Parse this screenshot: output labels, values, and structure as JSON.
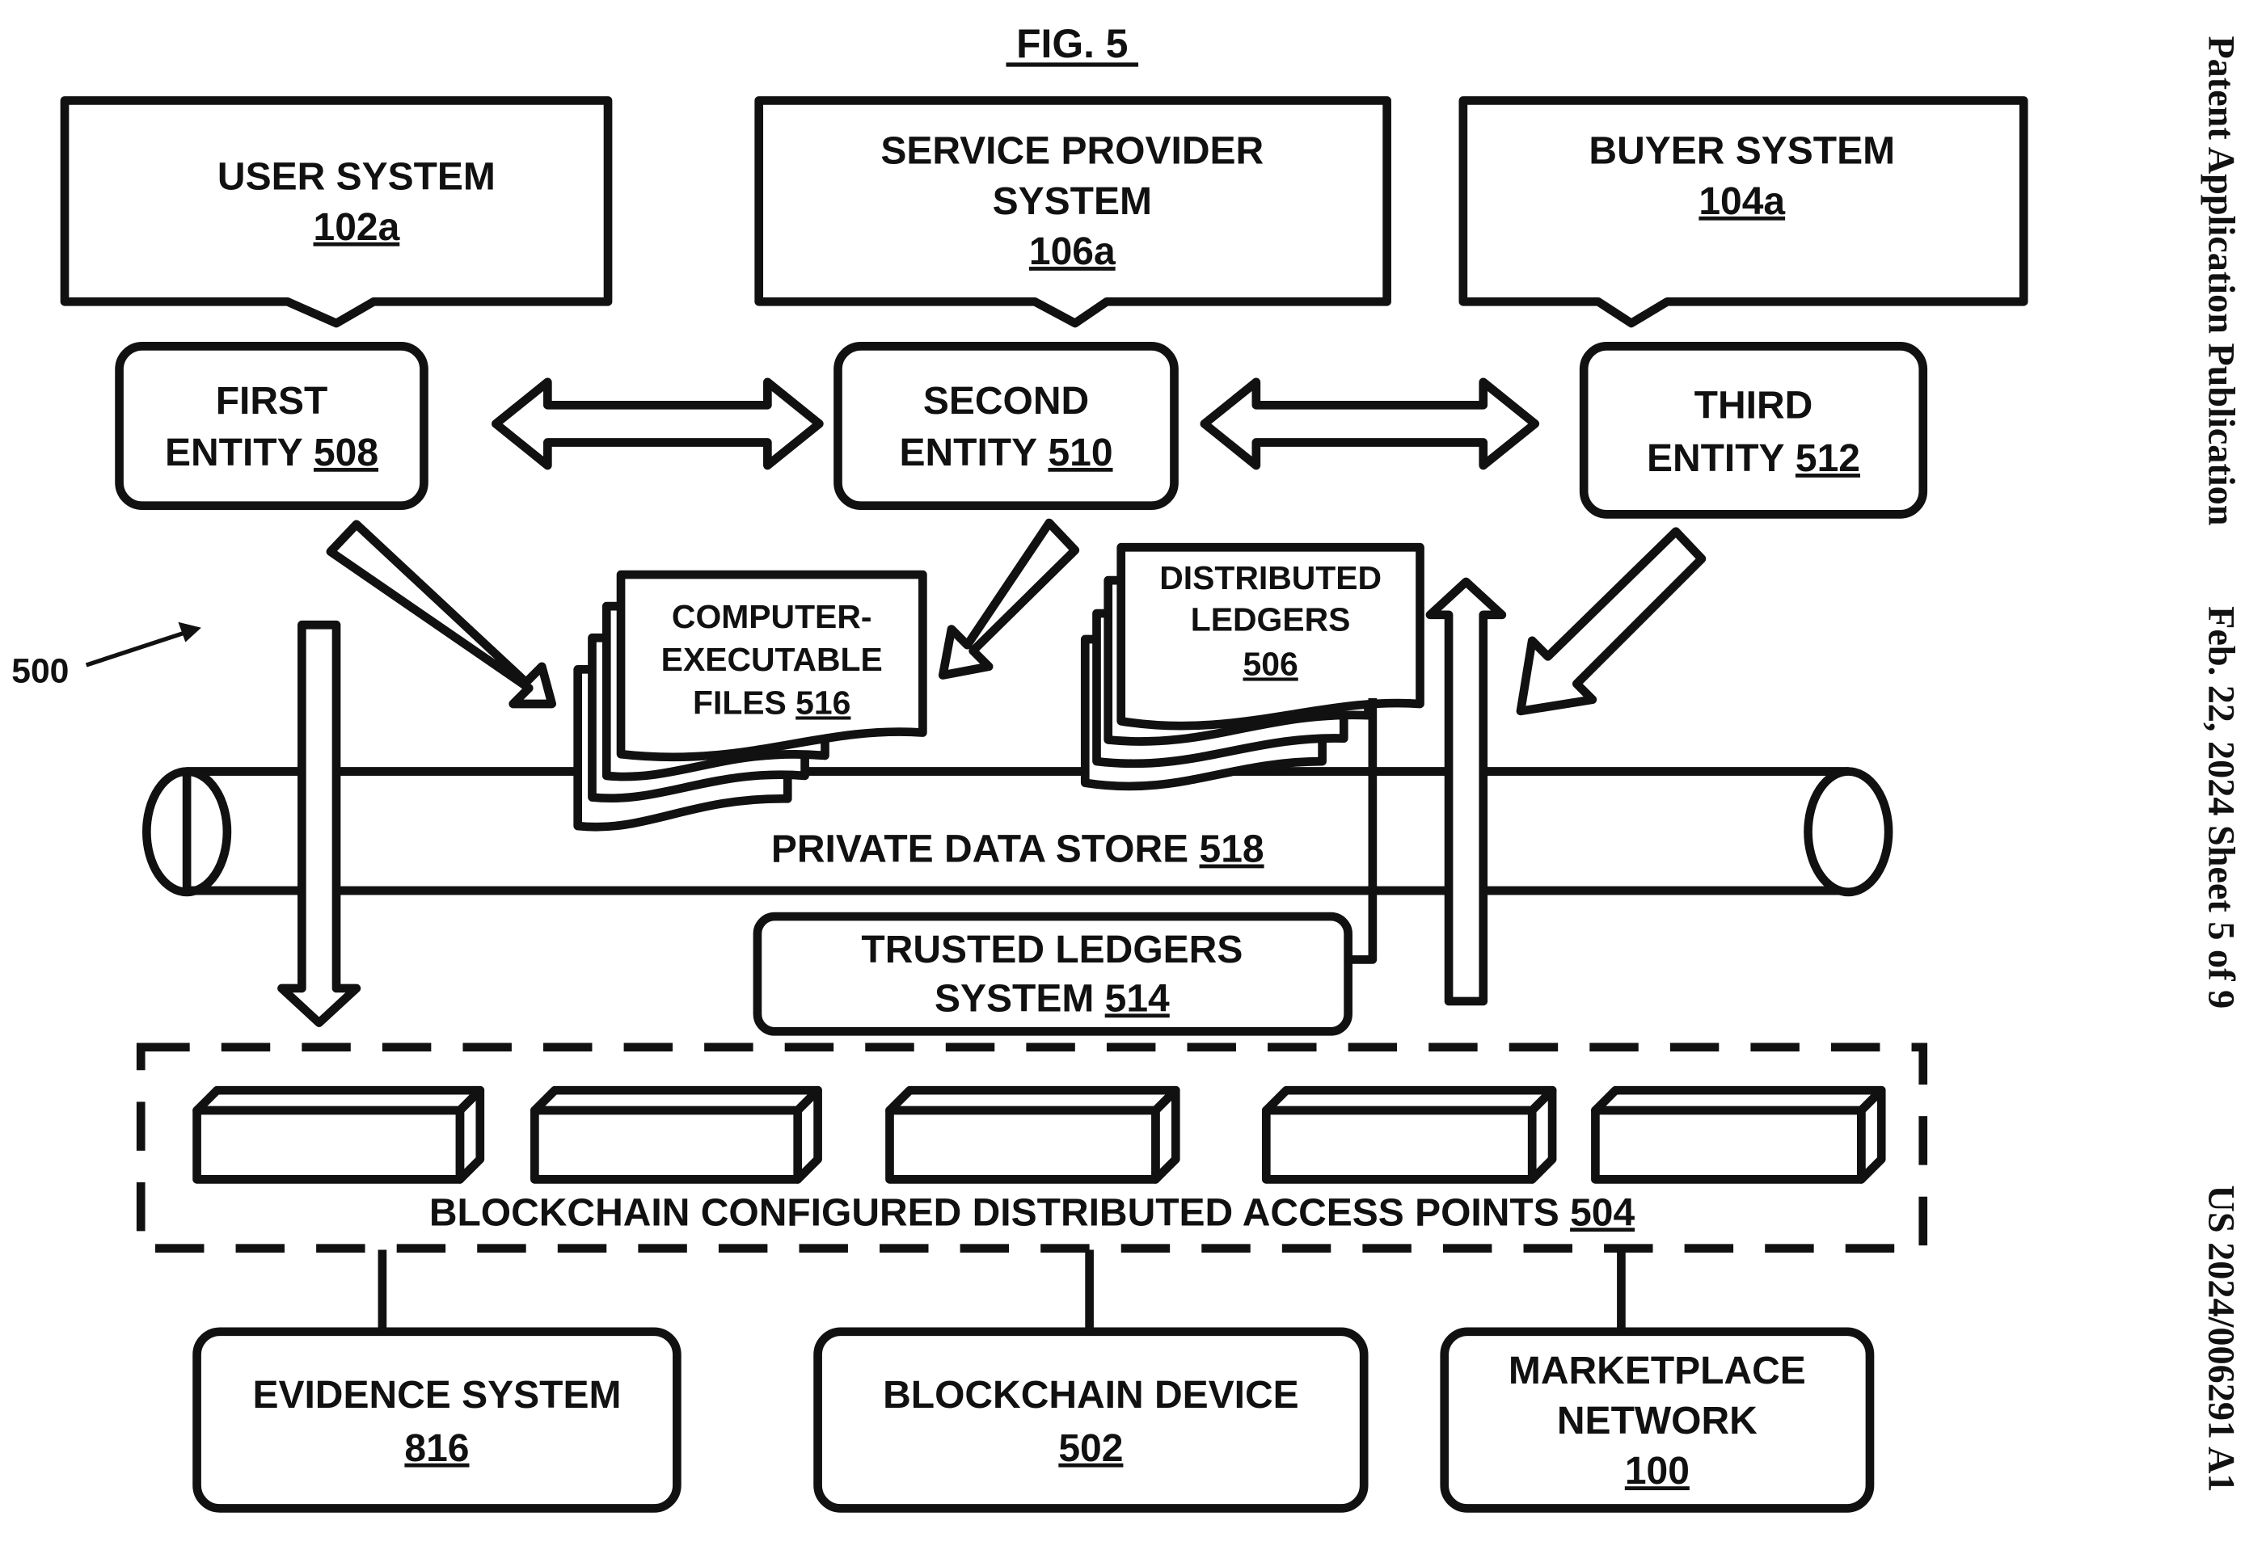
{
  "figure": {
    "title": "FIG. 5",
    "reference": "500"
  },
  "side_header": {
    "publication": "Patent Application Publication",
    "date_sheet": "Feb. 22, 2024  Sheet 5 of 9",
    "number": "US 2024/006291 A1"
  },
  "callouts": [
    {
      "line1": "USER SYSTEM",
      "line2": "",
      "ref": "102a"
    },
    {
      "line1": "SERVICE PROVIDER",
      "line2": "SYSTEM",
      "ref": "106a"
    },
    {
      "line1": "BUYER SYSTEM",
      "line2": "",
      "ref": "104a"
    }
  ],
  "entities": [
    {
      "line1": "FIRST",
      "line2": "ENTITY",
      "ref": "508"
    },
    {
      "line1": "SECOND",
      "line2": "ENTITY",
      "ref": "510"
    },
    {
      "line1": "THIRD",
      "line2": "ENTITY",
      "ref": "512"
    }
  ],
  "files": {
    "line1": "COMPUTER-",
    "line2": "EXECUTABLE",
    "line3": "FILES",
    "ref": "516"
  },
  "ledgers": {
    "line1": "DISTRIBUTED",
    "line2": "LEDGERS",
    "ref": "506"
  },
  "data_store": {
    "label": "PRIVATE DATA STORE",
    "ref": "518"
  },
  "trusted": {
    "line1": "TRUSTED LEDGERS",
    "line2": "SYSTEM",
    "ref": "514"
  },
  "access_points": {
    "label": "BLOCKCHAIN CONFIGURED DISTRIBUTED ACCESS POINTS",
    "ref": "504",
    "node_count": 5
  },
  "bottom_systems": [
    {
      "line1": "EVIDENCE SYSTEM",
      "line2": "",
      "ref": "816"
    },
    {
      "line1": "BLOCKCHAIN DEVICE",
      "line2": "",
      "ref": "502"
    },
    {
      "line1": "MARKETPLACE",
      "line2": "NETWORK",
      "ref": "100"
    }
  ]
}
